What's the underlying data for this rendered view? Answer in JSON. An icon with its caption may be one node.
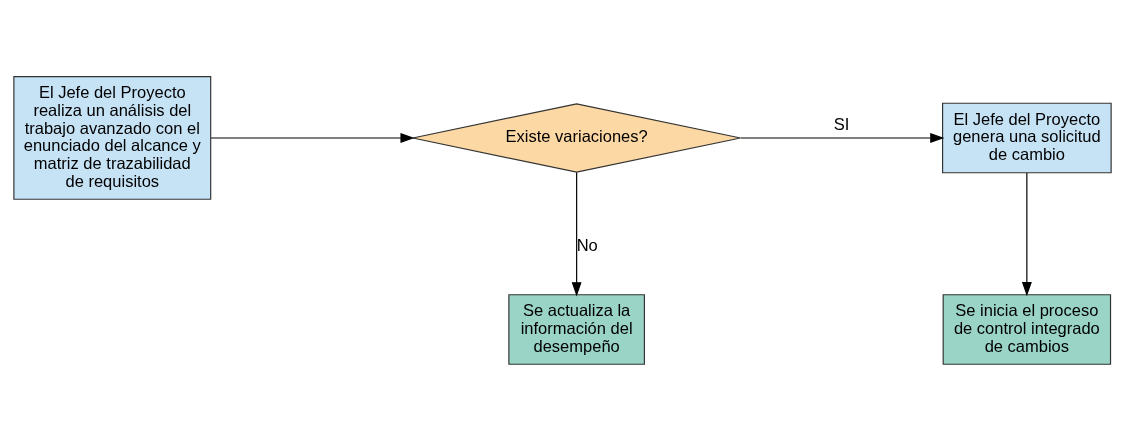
{
  "diagram": {
    "nodes": [
      {
        "text": [
          "El Jefe del Proyecto realiza un análisis del trabajo avanzado con el enunciado del alcance y matriz de trazabilidad de requisitos"
        ]
      },
      {
        "text": [
          "Existe variaciones?"
        ]
      },
      {
        "text": [
          "El Jefe del Proyecto genera una solicitud de cambio"
        ]
      },
      {
        "text": [
          "Se actualiza la información del desempeño"
        ]
      },
      {
        "text": [
          "Se inicia el proceso de control integrado de cambios"
        ]
      }
    ],
    "edges": [
      {
        "from": 0,
        "to": 1,
        "arrow": "to"
      },
      {
        "from": 1,
        "to": 2,
        "arrow": "to",
        "label": "SI"
      },
      {
        "from": 1,
        "to": 3,
        "arrow": "to",
        "label": "No"
      },
      {
        "from": 2,
        "to": 4,
        "arrow": "to"
      }
    ]
  }
}
